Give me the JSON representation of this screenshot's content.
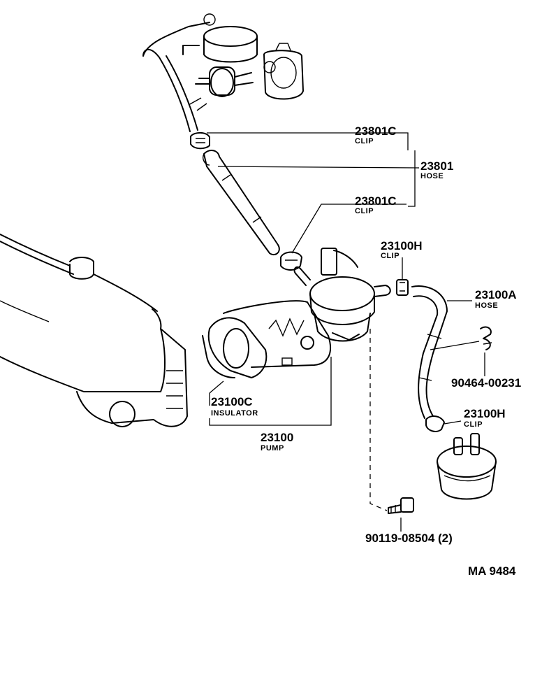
{
  "callouts": {
    "clip_23801c_top": {
      "code": "23801C",
      "name": "CLIP"
    },
    "hose_23801": {
      "code": "23801",
      "name": "HOSE"
    },
    "clip_23801c_bottom": {
      "code": "23801C",
      "name": "CLIP"
    },
    "clip_23100h_top": {
      "code": "23100H",
      "name": "CLIP"
    },
    "hose_23100a": {
      "code": "23100A",
      "name": "HOSE"
    },
    "clip_90464": {
      "code": "90464-00231"
    },
    "clip_23100h_bottom": {
      "code": "23100H",
      "name": "CLIP"
    },
    "insulator_23100c": {
      "code": "23100C",
      "name": "INSULATOR"
    },
    "pump_23100": {
      "code": "23100",
      "name": "PUMP"
    },
    "bolt_90119": {
      "code": "90119-08504 (2)"
    }
  },
  "figure_id": "MA  9484"
}
